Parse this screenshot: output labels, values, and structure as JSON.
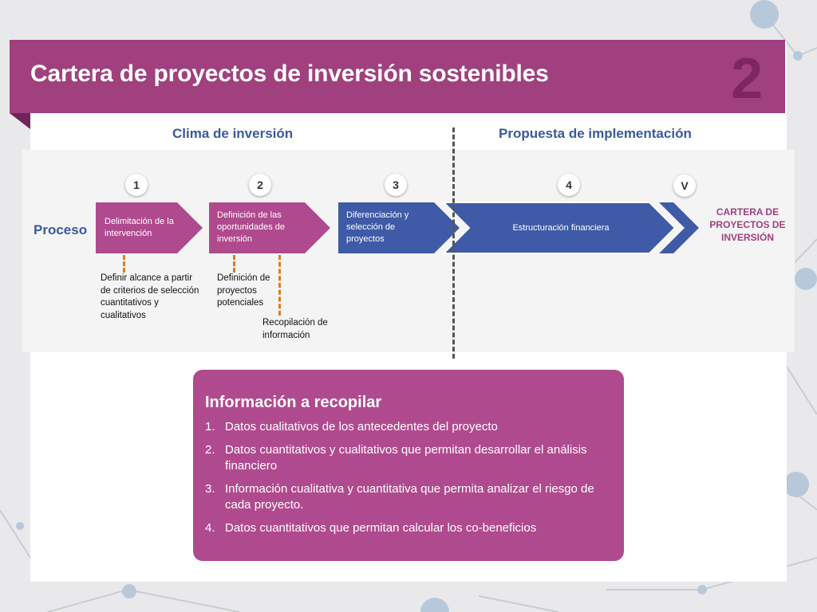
{
  "header": {
    "title": "Cartera de proyectos de inversión sostenibles",
    "slide_number": "2"
  },
  "phases": {
    "left": "Clima de inversión",
    "right": "Propuesta de implementación"
  },
  "process": {
    "label": "Proceso",
    "steps": [
      {
        "number": "1",
        "text": "Delimitación de la intervención"
      },
      {
        "number": "2",
        "text": "Definición de las oportunidades de inversión"
      },
      {
        "number": "3",
        "text": "Diferenciación y selección de proyectos"
      },
      {
        "number": "4",
        "text": "Estructuración financiera"
      },
      {
        "number": "V",
        "text": "CARTERA DE PROYECTOS DE INVERSIÓN"
      }
    ],
    "notes": [
      "Definir alcance a partir de criterios de selección cuantitativos y cualitativos",
      "Definición de proyectos potenciales",
      "Recopilación de información"
    ]
  },
  "info": {
    "title": "Información a recopilar",
    "items": [
      {
        "n": "1.",
        "text": "Datos cualitativos de los antecedentes del proyecto"
      },
      {
        "n": "2.",
        "text": "Datos cuantitativos y cualitativos que permitan desarrollar el análisis financiero"
      },
      {
        "n": "3.",
        "text": "Información cualitativa y cuantitativa que permita analizar el riesgo de cada proyecto."
      },
      {
        "n": "4.",
        "text": "Datos cuantitativos que permitan calcular los co-beneficios"
      }
    ]
  },
  "colors": {
    "magenta": "#a0407f",
    "pink": "#b04a8e",
    "blue": "#3f5aa6",
    "orange": "#e07b1a"
  }
}
